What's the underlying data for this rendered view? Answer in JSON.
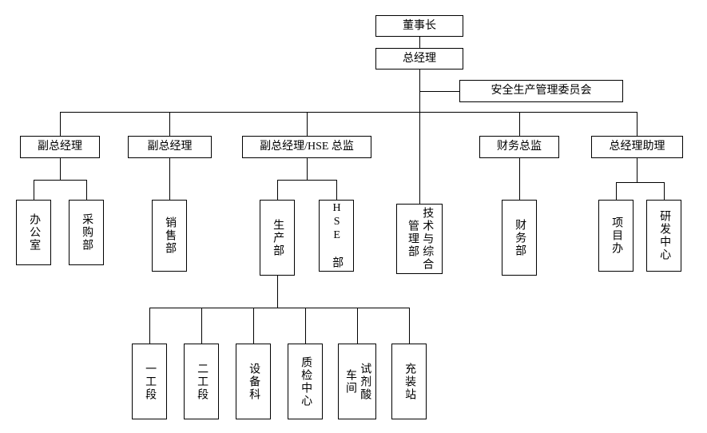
{
  "diagram": {
    "type": "org-chart",
    "nodes": {
      "chairman": {
        "label": "董事长"
      },
      "gm": {
        "label": "总经理"
      },
      "safety_committee": {
        "label": "安全生产管理委员会"
      },
      "deputy_gm_1": {
        "label": "副总经理"
      },
      "deputy_gm_2": {
        "label": "副总经理"
      },
      "deputy_gm_hse": {
        "label": "副总经理/HSE 总监"
      },
      "cfo": {
        "label": "财务总监"
      },
      "gm_assistant": {
        "label": "总经理助理"
      },
      "office": {
        "label": "办公室"
      },
      "procurement": {
        "label": "采购部"
      },
      "sales": {
        "label": "销售部"
      },
      "production": {
        "label": "生产部"
      },
      "hse_dept": {
        "label": "HSE 部"
      },
      "tech_admin": {
        "label": "技术与综合\n管理部"
      },
      "finance": {
        "label": "财务部"
      },
      "project_office": {
        "label": "项目办"
      },
      "rd_center": {
        "label": "研发中心"
      },
      "workshop_1": {
        "label": "一工段"
      },
      "workshop_2": {
        "label": "二工段"
      },
      "equipment": {
        "label": "设备科"
      },
      "qc_center": {
        "label": "质检中心"
      },
      "reagent_acid": {
        "label": "试剂酸\n车间"
      },
      "filling_station": {
        "label": "充装站"
      }
    },
    "line_color": "#000000",
    "box_background": "#ffffff"
  }
}
